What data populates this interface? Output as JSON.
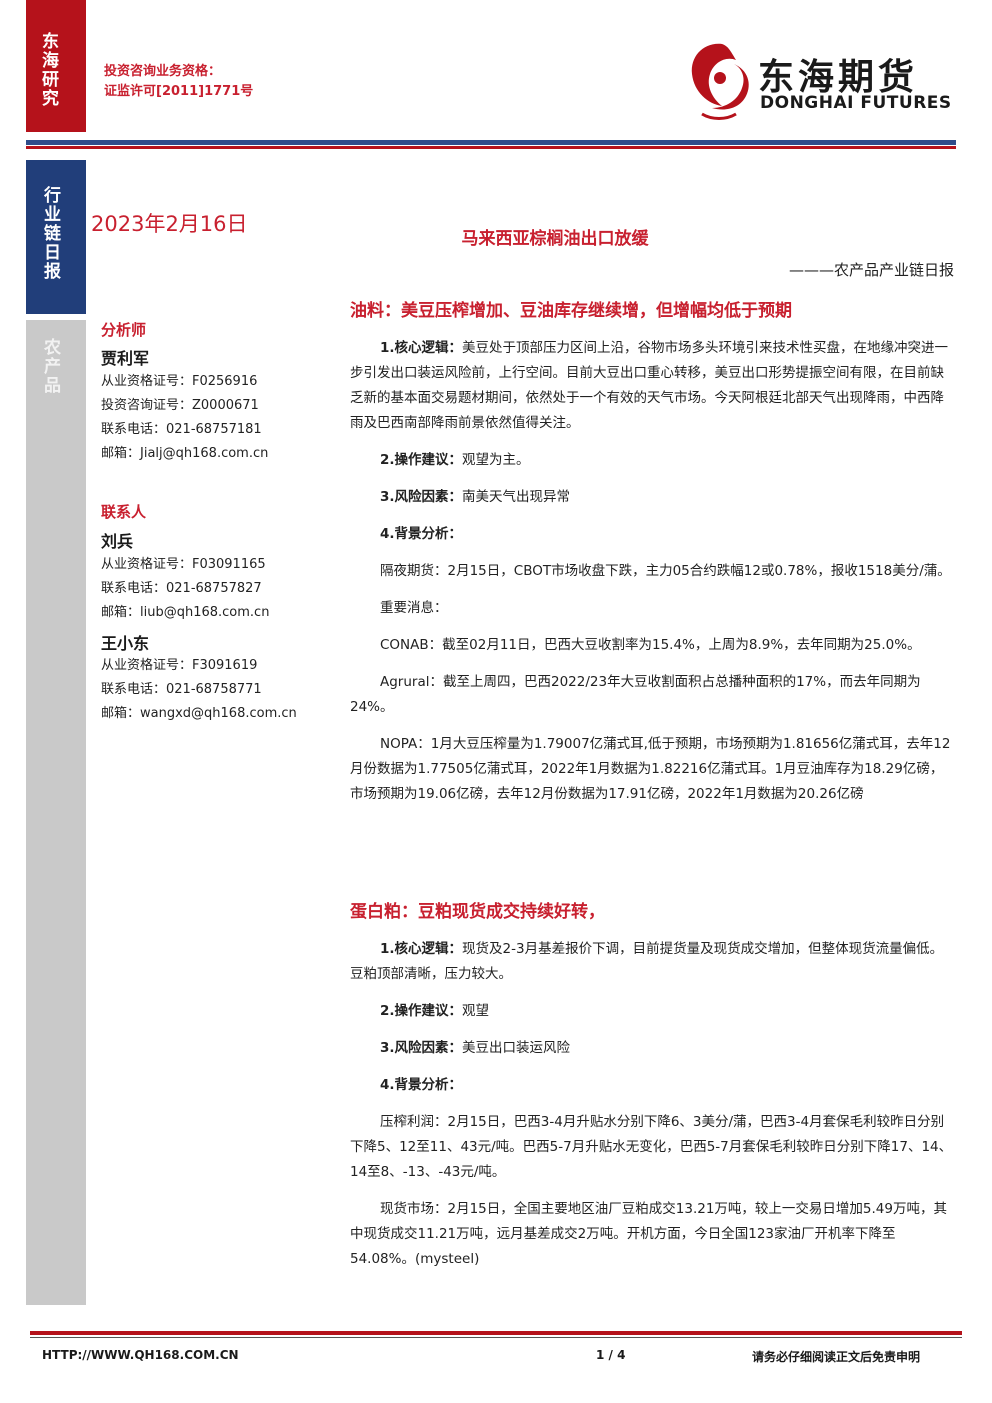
{
  "side": {
    "top_vertical": "东海研究",
    "blue_vertical": "行业链日报",
    "gray_vertical": "农产品"
  },
  "license": {
    "line1": "投资咨询业务资格：",
    "line2": "证监许可[2011]1771号"
  },
  "logo": {
    "cn": "东海期货",
    "en": "DONGHAI FUTURES"
  },
  "date": "2023年2月16日",
  "title": "马来西亚棕榈油出口放缓",
  "subtitle": "———农产品产业链日报",
  "analyst": {
    "heading": "分析师",
    "name": "贾利军",
    "lines": [
      "从业资格证号：F0256916",
      "投资咨询证号：Z0000671",
      "联系电话：021-68757181",
      "邮箱：Jialj@qh168.com.cn"
    ]
  },
  "contact": {
    "heading": "联系人",
    "people": [
      {
        "name": "刘兵",
        "lines": [
          "从业资格证号：F03091165",
          "联系电话：021-68757827",
          "邮箱：liub@qh168.com.cn"
        ]
      },
      {
        "name": "王小东",
        "lines": [
          "从业资格证号：F3091619",
          "联系电话：021-68758771",
          "邮箱：wangxd@qh168.com.cn"
        ]
      }
    ]
  },
  "sections": [
    {
      "heading": "油料：美豆压榨增加、豆油库存继续增，但增幅均低于预期",
      "paras": [
        {
          "label": "1.核心逻辑：",
          "text": "美豆处于顶部压力区间上沿，谷物市场多头环境引来技术性买盘，在地缘冲突进一步引发出口装运风险前，上行空间。目前大豆出口重心转移，美豆出口形势提振空间有限，在目前缺乏新的基本面交易题材期间，依然处于一个有效的天气市场。今天阿根廷北部天气出现降雨，中西降雨及巴西南部降雨前景依然值得关注。"
        },
        {
          "label": "2.操作建议：",
          "text": "观望为主。"
        },
        {
          "label": "3.风险因素：",
          "text": "南美天气出现异常"
        },
        {
          "label": "4.背景分析：",
          "text": ""
        },
        {
          "label": "",
          "text": "隔夜期货：2月15日，CBOT市场收盘下跌，主力05合约跌幅12或0.78%，报收1518美分/蒲。"
        },
        {
          "label": "",
          "text": "重要消息："
        },
        {
          "label": "",
          "text": "CONAB：截至02月11日，巴西大豆收割率为15.4%，上周为8.9%，去年同期为25.0%。"
        },
        {
          "label": "",
          "text": "Agrural：截至上周四，巴西2022/23年大豆收割面积占总播种面积的17%，而去年同期为24%。"
        },
        {
          "label": "",
          "text": "NOPA：1月大豆压榨量为1.79007亿蒲式耳,低于预期，市场预期为1.81656亿蒲式耳，去年12月份数据为1.77505亿蒲式耳，2022年1月数据为1.82216亿蒲式耳。1月豆油库存为18.29亿磅，市场预期为19.06亿磅，去年12月份数据为17.91亿磅，2022年1月数据为20.26亿磅"
        }
      ]
    },
    {
      "heading": "蛋白粕：豆粕现货成交持续好转，",
      "paras": [
        {
          "label": "1.核心逻辑：",
          "text": "现货及2-3月基差报价下调，目前提货量及现货成交增加，但整体现货流量偏低。豆粕顶部清晰，压力较大。"
        },
        {
          "label": "2.操作建议：",
          "text": "观望"
        },
        {
          "label": "3.风险因素：",
          "text": "美豆出口装运风险"
        },
        {
          "label": "4.背景分析：",
          "text": ""
        },
        {
          "label": "",
          "text": "压榨利润：2月15日，巴西3-4月升贴水分别下降6、3美分/蒲，巴西3-4月套保毛利较昨日分别下降5、12至11、43元/吨。巴西5-7月升贴水无变化，巴西5-7月套保毛利较昨日分别下降17、14、14至8、-13、-43元/吨。"
        },
        {
          "label": "",
          "text": "现货市场：2月15日，全国主要地区油厂豆粕成交13.21万吨，较上一交易日增加5.49万吨，其中现货成交11.21万吨，远月基差成交2万吨。开机方面，今日全国123家油厂开机率下降至54.08%。(mysteel)"
        }
      ]
    }
  ],
  "footer": {
    "url": "HTTP://WWW.QH168.COM.CN",
    "page": "1 / 4",
    "note": "请务必仔细阅读正文后免责申明"
  },
  "colors": {
    "red": "#b5121b",
    "blue": "#213e7a",
    "gray": "#c9c9c9"
  }
}
